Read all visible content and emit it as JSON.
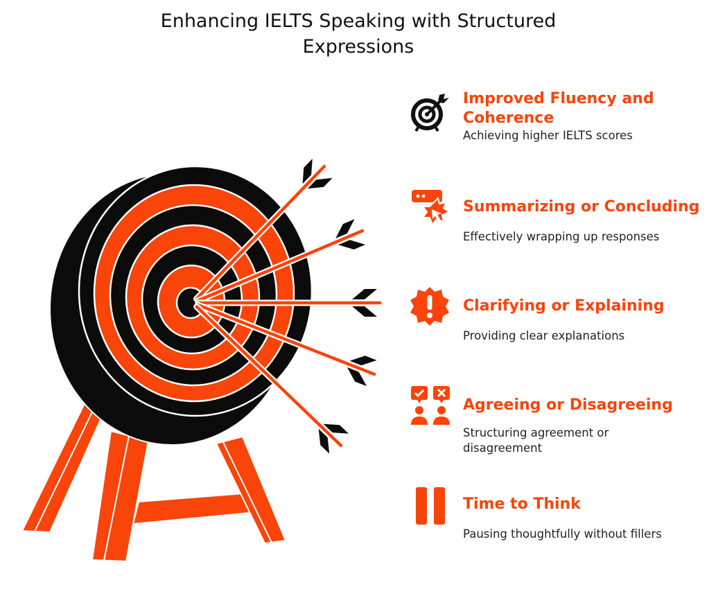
{
  "title": "Enhancing IELTS Speaking with Structured Expressions",
  "colors": {
    "accent": "#F9440A",
    "dark": "#0B0B0B"
  },
  "items": [
    {
      "title": "Improved Fluency and Coherence",
      "subtitle": "Achieving higher IELTS scores",
      "icon": "target-icon"
    },
    {
      "title": "Summarizing or Concluding",
      "subtitle": "Effectively wrapping up responses",
      "icon": "message-click-icon"
    },
    {
      "title": "Clarifying or Explaining",
      "subtitle": "Providing clear explanations",
      "icon": "exclamation-badge-icon"
    },
    {
      "title": "Agreeing or Disagreeing",
      "subtitle": "Structuring agreement or disagreement",
      "icon": "agree-disagree-icon"
    },
    {
      "title": "Time to Think",
      "subtitle": "Pausing thoughtfully without fillers",
      "icon": "pause-icon"
    }
  ]
}
